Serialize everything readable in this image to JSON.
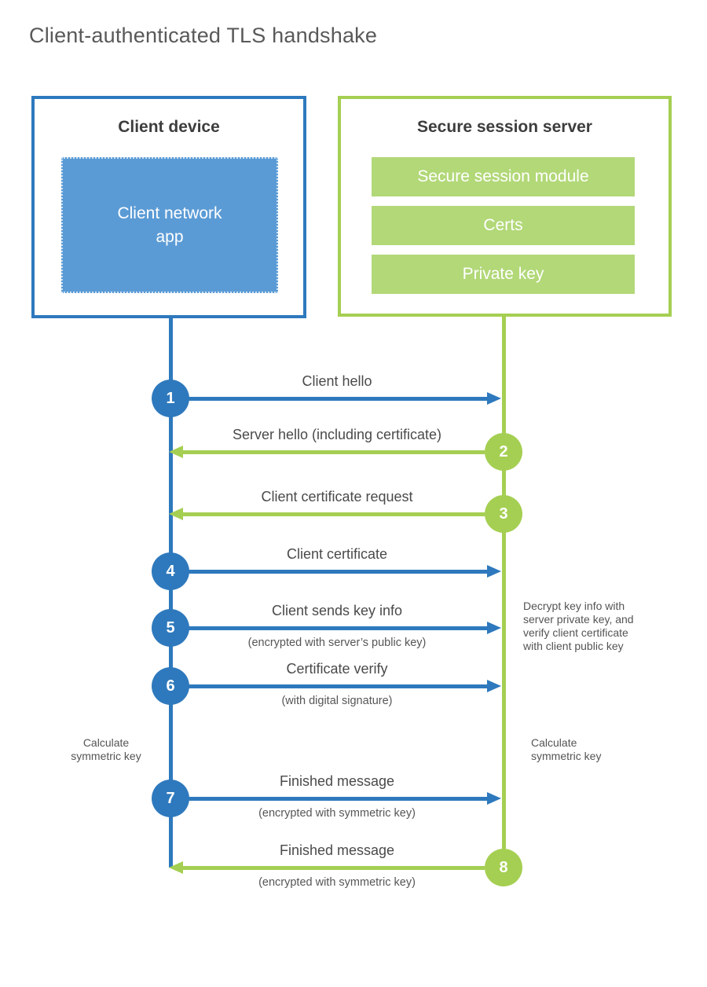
{
  "page_title": "Client-authenticated TLS handshake",
  "client": {
    "title": "Client device",
    "app_label": "Client network\napp"
  },
  "server": {
    "title": "Secure session server",
    "modules": [
      {
        "label": "Secure session module"
      },
      {
        "label": "Certs"
      },
      {
        "label": "Private key"
      }
    ]
  },
  "steps": [
    {
      "num": "1",
      "from": "client",
      "label": "Client hello"
    },
    {
      "num": "2",
      "from": "server",
      "label": "Server hello (including certificate)"
    },
    {
      "num": "3",
      "from": "server",
      "label": "Client certificate request"
    },
    {
      "num": "4",
      "from": "client",
      "label": "Client certificate"
    },
    {
      "num": "5",
      "from": "client",
      "label": "Client sends key info",
      "sub": "(encrypted with server’s public key)"
    },
    {
      "num": "6",
      "from": "client",
      "label": "Certificate verify",
      "sub": "(with digital signature)"
    },
    {
      "num": "7",
      "from": "client",
      "label": "Finished message",
      "sub": "(encrypted with symmetric key)"
    },
    {
      "num": "8",
      "from": "server",
      "label": "Finished message",
      "sub": "(encrypted with symmetric key)"
    }
  ],
  "notes": {
    "decrypt": "Decrypt key info with\nserver private key, and\nverify client certificate\nwith client public key",
    "calc_client": "Calculate\nsymmetric key",
    "calc_server": "Calculate\nsymmetric key"
  },
  "colors": {
    "accent_blue": "#2e79bd",
    "blue_fill": "#5b9bd5",
    "accent_green": "#a5cf52",
    "green_fill": "#b2d878",
    "heading_text": "#3d3d3d",
    "title_text": "#595959",
    "label_text": "#4a4a4a"
  }
}
